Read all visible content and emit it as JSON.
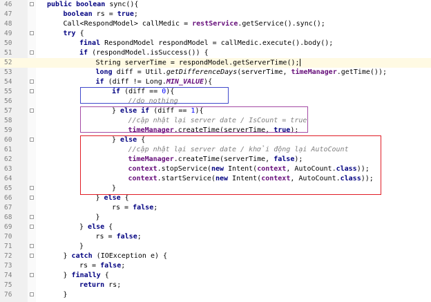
{
  "code_lines": [
    {
      "n": "46",
      "indent": 0,
      "parts": [
        {
          "t": "public boolean ",
          "c": "kw"
        },
        {
          "t": "sync(){"
        }
      ]
    },
    {
      "n": "47",
      "indent": 1,
      "parts": [
        {
          "t": "boolean ",
          "c": "kw"
        },
        {
          "t": "rs = "
        },
        {
          "t": "true",
          "c": "kw"
        },
        {
          "t": ";"
        }
      ]
    },
    {
      "n": "48",
      "indent": 1,
      "parts": [
        {
          "t": "Call<RespondModel> callMedic = "
        },
        {
          "t": "restService",
          "c": "field"
        },
        {
          "t": ".getService().sync();"
        }
      ]
    },
    {
      "n": "49",
      "indent": 1,
      "parts": [
        {
          "t": "try ",
          "c": "kw"
        },
        {
          "t": "{"
        }
      ]
    },
    {
      "n": "50",
      "indent": 2,
      "parts": [
        {
          "t": "final ",
          "c": "kw"
        },
        {
          "t": "RespondModel respondModel = callMedic.execute().body();"
        }
      ]
    },
    {
      "n": "51",
      "indent": 2,
      "parts": [
        {
          "t": "if ",
          "c": "kw"
        },
        {
          "t": "(respondModel.isSuccess()) {"
        }
      ]
    },
    {
      "n": "52",
      "indent": 3,
      "current": true,
      "parts": [
        {
          "t": "String serverTime = respondModel.getServerTime();"
        },
        {
          "cursor": true
        }
      ]
    },
    {
      "n": "53",
      "indent": 3,
      "parts": [
        {
          "t": "long ",
          "c": "kw"
        },
        {
          "t": "diff = Util."
        },
        {
          "t": "getDifferenceDays",
          "c": "italic-call"
        },
        {
          "t": "(serverTime, "
        },
        {
          "t": "timeManager",
          "c": "field"
        },
        {
          "t": ".getTime());"
        }
      ]
    },
    {
      "n": "54",
      "indent": 3,
      "parts": [
        {
          "t": "if ",
          "c": "kw"
        },
        {
          "t": "(diff != Long."
        },
        {
          "t": "MIN_VALUE",
          "c": "const"
        },
        {
          "t": "){"
        }
      ]
    },
    {
      "n": "55",
      "indent": 4,
      "parts": [
        {
          "t": "if ",
          "c": "kw"
        },
        {
          "t": "(diff == "
        },
        {
          "t": "0",
          "c": "num-lit"
        },
        {
          "t": "){"
        }
      ]
    },
    {
      "n": "56",
      "indent": 5,
      "parts": [
        {
          "t": "//do nothing",
          "c": "cmt"
        }
      ]
    },
    {
      "n": "57",
      "indent": 4,
      "parts": [
        {
          "t": "} "
        },
        {
          "t": "else if ",
          "c": "kw"
        },
        {
          "t": "(diff == "
        },
        {
          "t": "1",
          "c": "num-lit"
        },
        {
          "t": "){"
        }
      ]
    },
    {
      "n": "58",
      "indent": 5,
      "parts": [
        {
          "t": "//cập nhật lại server date / IsCount = true",
          "c": "cmt"
        }
      ]
    },
    {
      "n": "59",
      "indent": 5,
      "parts": [
        {
          "t": "timeManager",
          "c": "field"
        },
        {
          "t": ".createTime(serverTime, "
        },
        {
          "t": "true",
          "c": "kw"
        },
        {
          "t": ");"
        }
      ]
    },
    {
      "n": "60",
      "indent": 4,
      "parts": [
        {
          "t": "} "
        },
        {
          "t": "else ",
          "c": "kw"
        },
        {
          "t": "{"
        }
      ]
    },
    {
      "n": "61",
      "indent": 5,
      "parts": [
        {
          "t": "//cập nhật lại server date / khởi động lại AutoCount",
          "c": "cmt"
        }
      ]
    },
    {
      "n": "62",
      "indent": 5,
      "parts": [
        {
          "t": "timeManager",
          "c": "field"
        },
        {
          "t": ".createTime(serverTime, "
        },
        {
          "t": "false",
          "c": "kw"
        },
        {
          "t": ");"
        }
      ]
    },
    {
      "n": "63",
      "indent": 5,
      "parts": [
        {
          "t": "context",
          "c": "field"
        },
        {
          "t": ".stopService("
        },
        {
          "t": "new ",
          "c": "kw"
        },
        {
          "t": "Intent("
        },
        {
          "t": "context",
          "c": "field"
        },
        {
          "t": ", AutoCount."
        },
        {
          "t": "class",
          "c": "kw"
        },
        {
          "t": "));"
        }
      ]
    },
    {
      "n": "64",
      "indent": 5,
      "parts": [
        {
          "t": "context",
          "c": "field"
        },
        {
          "t": ".startService("
        },
        {
          "t": "new ",
          "c": "kw"
        },
        {
          "t": "Intent("
        },
        {
          "t": "context",
          "c": "field"
        },
        {
          "t": ", AutoCount."
        },
        {
          "t": "class",
          "c": "kw"
        },
        {
          "t": "));"
        }
      ]
    },
    {
      "n": "65",
      "indent": 4,
      "parts": [
        {
          "t": "}"
        }
      ]
    },
    {
      "n": "66",
      "indent": 3,
      "parts": [
        {
          "t": "} "
        },
        {
          "t": "else ",
          "c": "kw"
        },
        {
          "t": "{"
        }
      ]
    },
    {
      "n": "67",
      "indent": 4,
      "parts": [
        {
          "t": "rs = "
        },
        {
          "t": "false",
          "c": "kw"
        },
        {
          "t": ";"
        }
      ]
    },
    {
      "n": "68",
      "indent": 3,
      "parts": [
        {
          "t": "}"
        }
      ]
    },
    {
      "n": "69",
      "indent": 2,
      "parts": [
        {
          "t": "} "
        },
        {
          "t": "else ",
          "c": "kw"
        },
        {
          "t": "{"
        }
      ]
    },
    {
      "n": "70",
      "indent": 3,
      "parts": [
        {
          "t": "rs = "
        },
        {
          "t": "false",
          "c": "kw"
        },
        {
          "t": ";"
        }
      ]
    },
    {
      "n": "71",
      "indent": 2,
      "parts": [
        {
          "t": "}"
        }
      ]
    },
    {
      "n": "72",
      "indent": 1,
      "parts": [
        {
          "t": "} "
        },
        {
          "t": "catch ",
          "c": "kw"
        },
        {
          "t": "(IOException e) {"
        }
      ]
    },
    {
      "n": "73",
      "indent": 2,
      "parts": [
        {
          "t": "rs = "
        },
        {
          "t": "false",
          "c": "kw"
        },
        {
          "t": ";"
        }
      ]
    },
    {
      "n": "74",
      "indent": 1,
      "parts": [
        {
          "t": "} "
        },
        {
          "t": "finally ",
          "c": "kw"
        },
        {
          "t": "{"
        }
      ]
    },
    {
      "n": "75",
      "indent": 2,
      "parts": [
        {
          "t": "return ",
          "c": "kw"
        },
        {
          "t": "rs;"
        }
      ]
    },
    {
      "n": "76",
      "indent": 1,
      "parts": [
        {
          "t": "}"
        }
      ]
    }
  ],
  "highlight_colors": {
    "blue": "#3f48cc",
    "purple": "#a349a4",
    "red": "#e01b24"
  }
}
